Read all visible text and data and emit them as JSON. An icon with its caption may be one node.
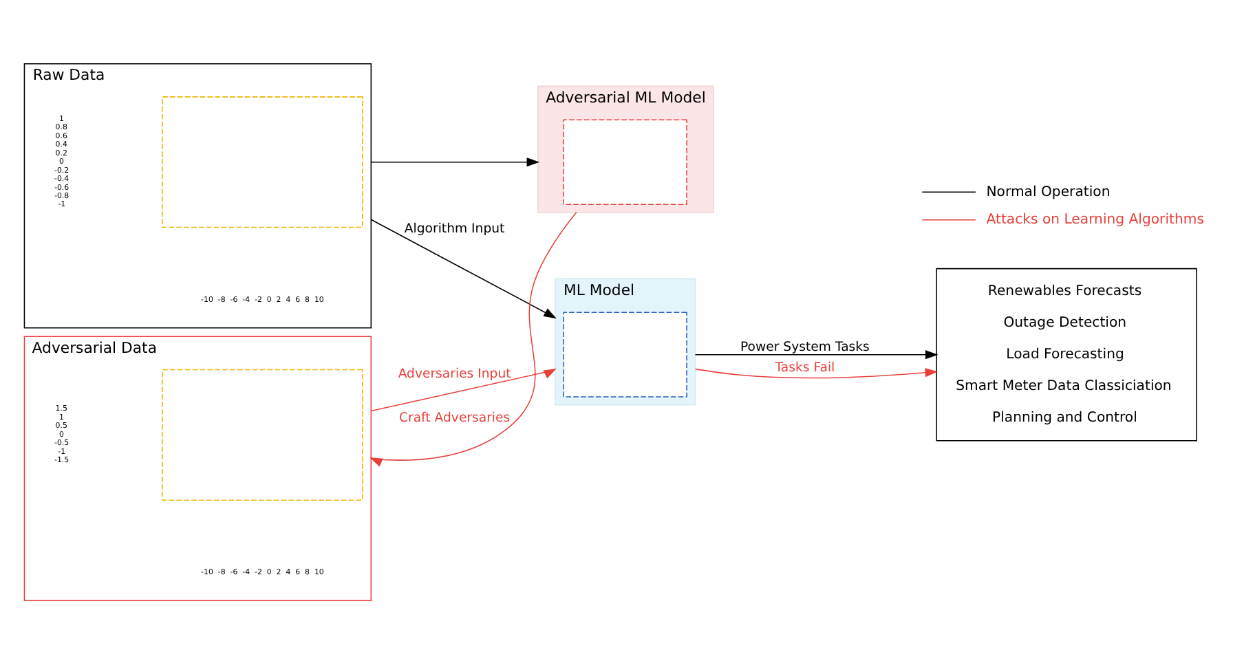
{
  "diagram": {
    "nodes": [
      {
        "text": [
          "Raw Data"
        ]
      },
      {
        "text": [],
        "shape": "box",
        "in": 0
      },
      {
        "text": [
          "ML Model"
        ]
      },
      {
        "text": [],
        "shape": "box",
        "in": 2
      },
      {
        "text": [
          "Renewables Forecasts",
          "Outage Detection",
          "Load Forecasting",
          "Smart Meter Data Classiciation",
          "Planning and Control"
        ]
      },
      {
        "text": [
          "Adversarial Data"
        ]
      },
      {
        "text": [],
        "shape": "box",
        "in": 5
      },
      {
        "text": [
          "Adversarial ML Model"
        ]
      },
      {
        "text": [],
        "shape": "box",
        "in": 7
      }
    ],
    "edges": [
      {
        "from": 0,
        "to": 2,
        "arrow": "to",
        "label": "Algorithm Input"
      },
      {
        "from": 0,
        "to": 7,
        "arrow": "to"
      },
      {
        "from": 5,
        "to": 2,
        "arrow": "to",
        "label": "Adversaries Input",
        "color": "#e8413c"
      },
      {
        "from": 2,
        "to": 4,
        "arrow": "to",
        "label": "Power System Tasks"
      },
      {
        "from": 2,
        "to": 4,
        "arrow": "to",
        "label": "Tasks Fail",
        "color": "#e8413c"
      },
      {
        "from": 7,
        "to": 5,
        "arrow": "to",
        "label": "Craft Adversaries",
        "color": "#e8413c"
      }
    ],
    "labels": [
      "1",
      "0.8",
      "0.6",
      "0.4",
      "0.2",
      "0",
      "-0.2",
      "-0.4",
      "-0.6",
      "-0.8",
      "-1",
      "-10",
      "-8",
      "-6",
      "-4",
      "-2",
      "0",
      "2",
      "4",
      "6",
      "8",
      "10",
      "1.5",
      "1",
      "0.5",
      "0",
      "-0.5",
      "-1",
      "-1.5",
      "-10",
      "-8",
      "-6",
      "-4",
      "-2",
      "0",
      "2",
      "4",
      "6",
      "8",
      "10"
    ],
    "legend": [
      {
        "text": "Normal Operation"
      },
      {
        "text": "Attacks on Learning Algorithms"
      }
    ]
  }
}
